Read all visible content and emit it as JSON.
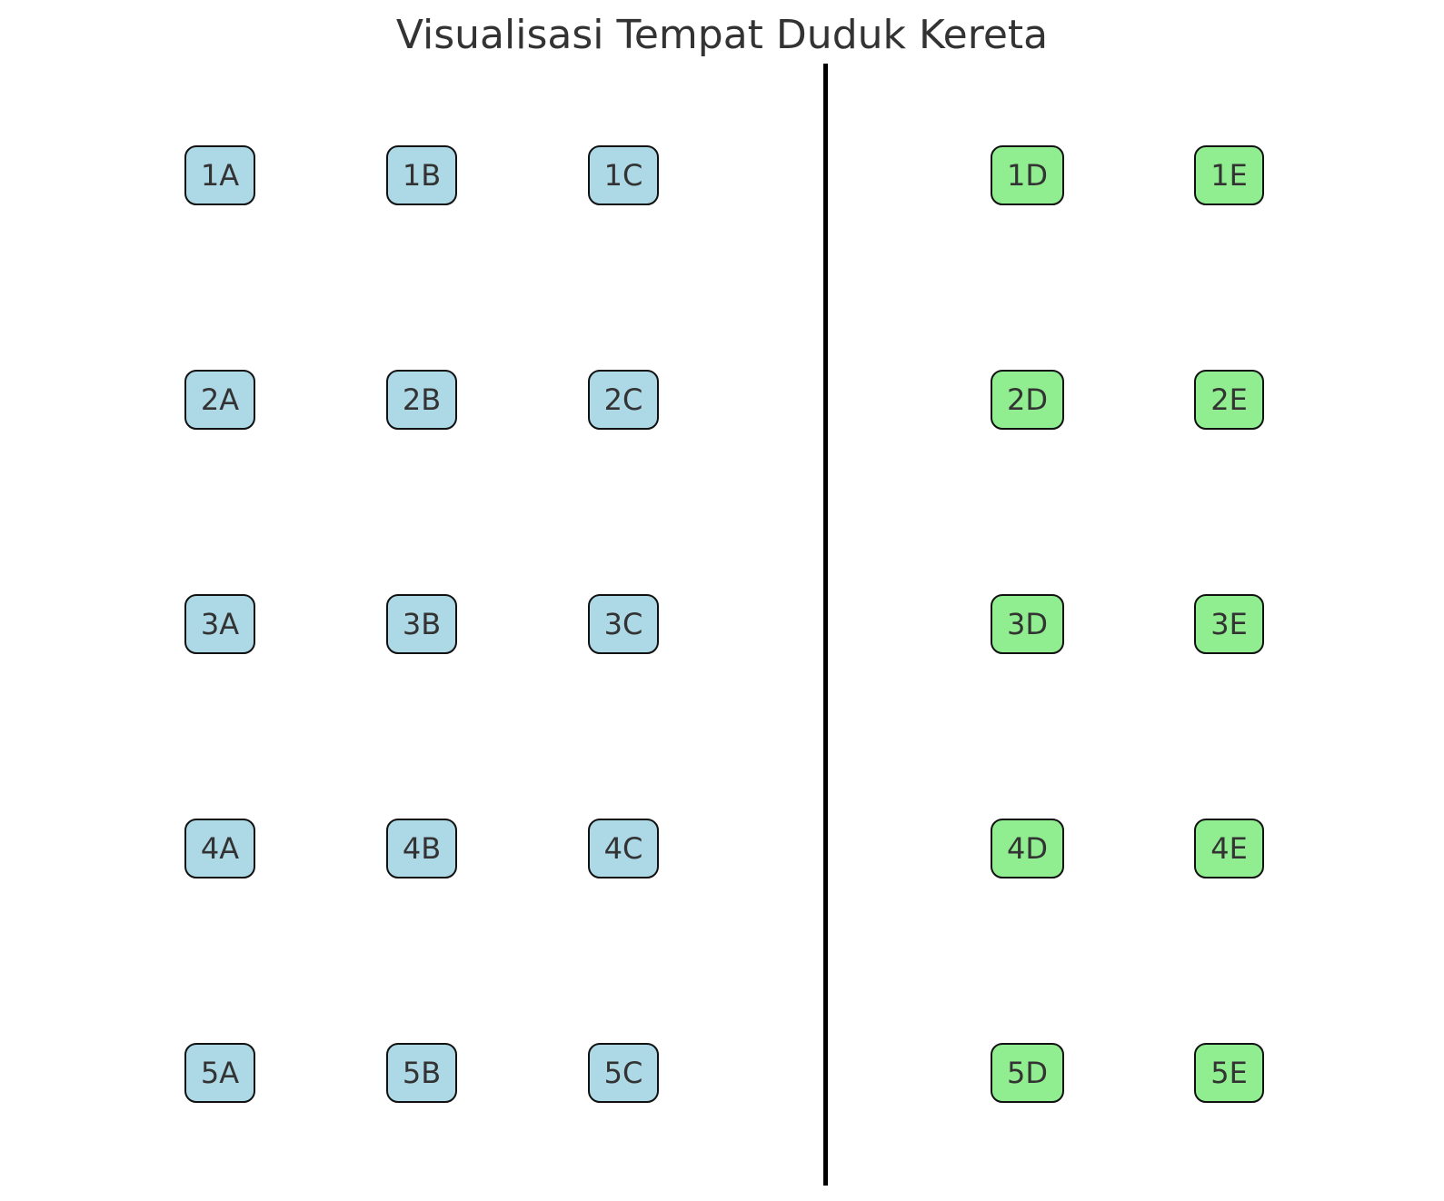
{
  "title": "Visualisasi Tempat Duduk Kereta",
  "colors": {
    "left_side_fill": "#add8e6",
    "right_side_fill": "#90ee90",
    "border": "#111111",
    "aisle": "#000000",
    "text": "#333333"
  },
  "rows": [
    {
      "seats": [
        "1A",
        "1B",
        "1C",
        "1D",
        "1E"
      ]
    },
    {
      "seats": [
        "2A",
        "2B",
        "2C",
        "2D",
        "2E"
      ]
    },
    {
      "seats": [
        "3A",
        "3B",
        "3C",
        "3D",
        "3E"
      ]
    },
    {
      "seats": [
        "4A",
        "4B",
        "4C",
        "4D",
        "4E"
      ]
    },
    {
      "seats": [
        "5A",
        "5B",
        "5C",
        "5D",
        "5E"
      ]
    }
  ]
}
